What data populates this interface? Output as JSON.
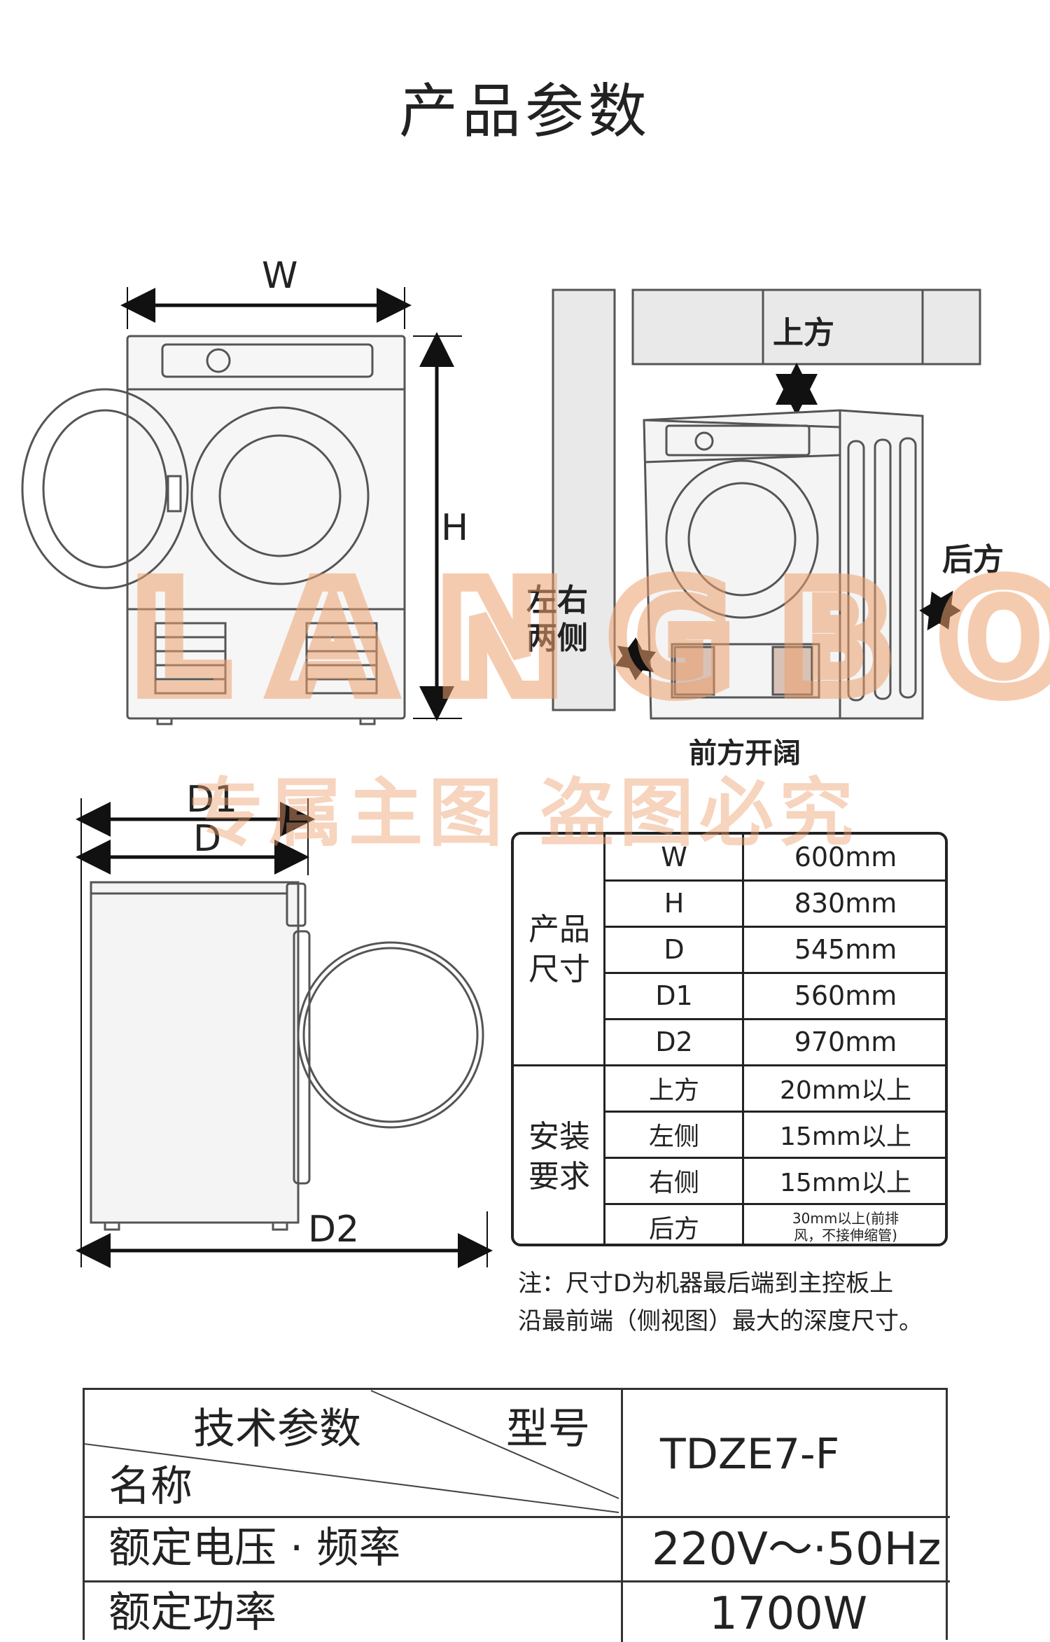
{
  "page": {
    "title": "产品参数"
  },
  "front_view": {
    "w_label": "W",
    "h_label": "H"
  },
  "install_view": {
    "top_label": "上方",
    "back_label": "后方",
    "sides_label_1": "左右",
    "sides_label_2": "两侧",
    "front_label": "前方开阔"
  },
  "side_view": {
    "d1_label": "D1",
    "d_label": "D",
    "d2_label": "D2"
  },
  "dimensions_table": {
    "product_group": "产品\n尺寸",
    "install_group": "安装\n要求",
    "product_rows": [
      {
        "key": "W",
        "value": "600mm"
      },
      {
        "key": "H",
        "value": "830mm"
      },
      {
        "key": "D",
        "value": "545mm"
      },
      {
        "key": "D1",
        "value": "560mm"
      },
      {
        "key": "D2",
        "value": "970mm"
      }
    ],
    "install_rows": [
      {
        "key": "上方",
        "value": "20mm以上"
      },
      {
        "key": "左侧",
        "value": "15mm以上"
      },
      {
        "key": "右侧",
        "value": "15mm以上"
      },
      {
        "key": "后方",
        "value": "30mm以上(前排\n风，不接伸缩管)"
      }
    ]
  },
  "note": {
    "line1": "注：尺寸D为机器最后端到主控板上",
    "line2": "沿最前端（侧视图）最大的深度尺寸。"
  },
  "tech_table": {
    "header_param": "技术参数",
    "header_model": "型号",
    "header_name": "名称",
    "model_value": "TDZE7-F",
    "rows": [
      {
        "name": "额定电压 · 频率",
        "value": "220V～·50Hz"
      },
      {
        "name": "额定功率",
        "value": "1700W"
      }
    ]
  },
  "watermark": {
    "latin": "LANGBO",
    "chinese": "专属主图  盗图必究"
  },
  "colors": {
    "watermark": "#ECA06E",
    "line": "#222222",
    "machine_fill": "#f4f4f4"
  }
}
